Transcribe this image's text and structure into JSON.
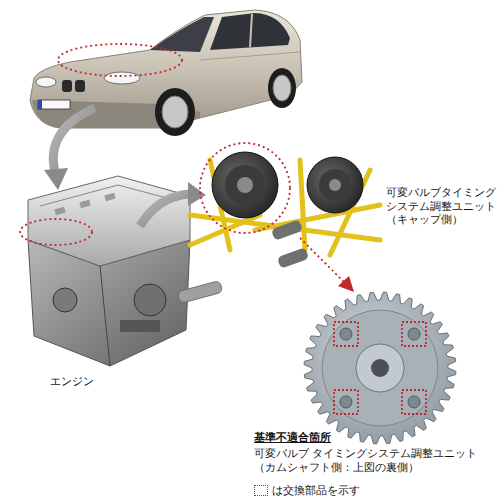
{
  "diagram": {
    "labels": [
      "エンジン",
      "可変バルブタイミング システム調整ユニット （キャップ側）",
      "基準不適合箇所",
      "可変バルブ タイミングシステム調整ユニット （カムシャフト側：上図の裏側）"
    ],
    "legend": [
      {
        "text": "は交換部品を示す"
      }
    ]
  }
}
